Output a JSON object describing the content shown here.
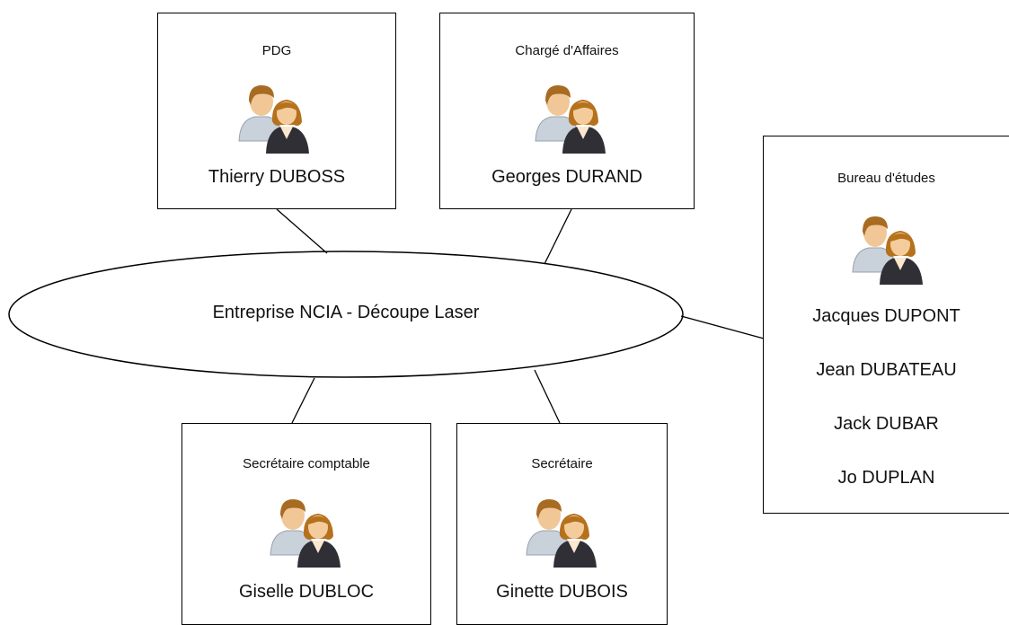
{
  "center": {
    "label": "Entreprise NCIA - Découpe Laser"
  },
  "boxes": [
    {
      "role": "PDG",
      "names": [
        "Thierry DUBOSS"
      ]
    },
    {
      "role": "Chargé d'Affaires",
      "names": [
        "Georges DURAND"
      ]
    },
    {
      "role": "Bureau d'études",
      "names": [
        "Jacques DUPONT",
        "Jean DUBATEAU",
        "Jack DUBAR",
        "Jo DUPLAN"
      ]
    },
    {
      "role": "Secrétaire comptable",
      "names": [
        "Giselle DUBLOC"
      ]
    },
    {
      "role": "Secrétaire",
      "names": [
        "Ginette DUBOIS"
      ]
    }
  ],
  "icon": "user-group-icon"
}
